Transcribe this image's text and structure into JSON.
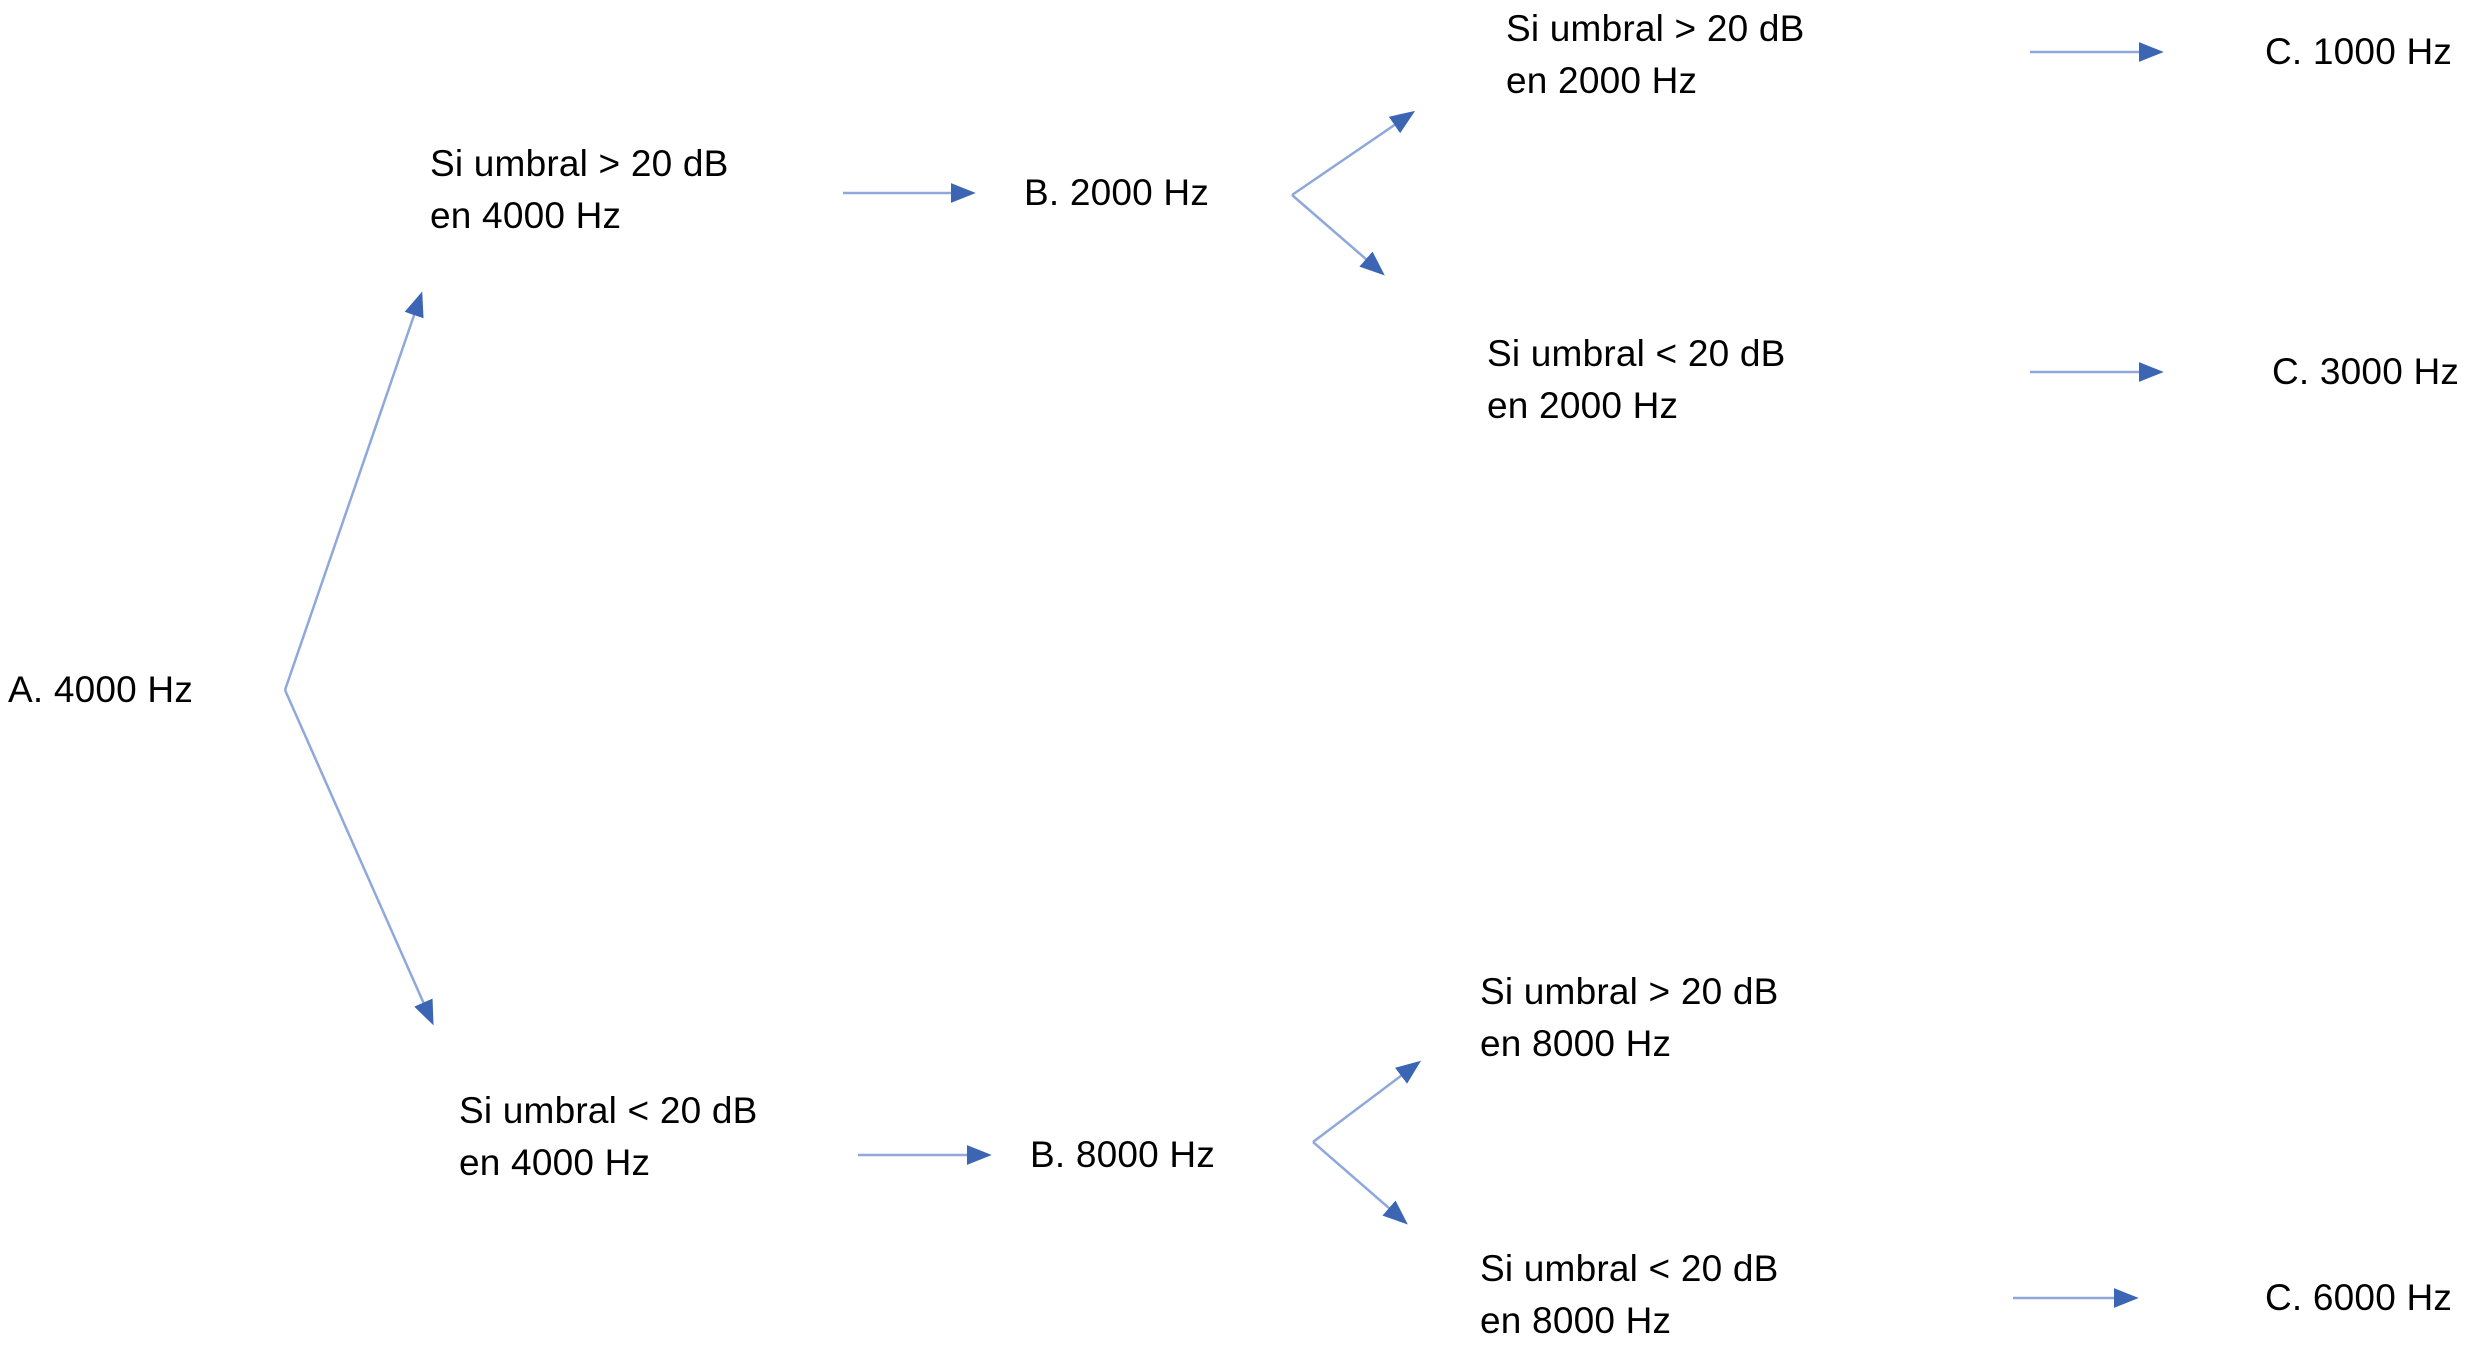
{
  "diagram": {
    "language": "es",
    "nodes": {
      "a": {
        "label": "A. 4000 Hz"
      },
      "cond_4000_gt": {
        "line1": "Si umbral > 20 dB",
        "line2": "en 4000 Hz"
      },
      "b_2000": {
        "label": "B. 2000 Hz"
      },
      "cond_2000_gt": {
        "line1": "Si umbral > 20 dB",
        "line2": "en 2000 Hz"
      },
      "c_1000": {
        "label": "C. 1000 Hz"
      },
      "cond_2000_lt": {
        "line1": "Si umbral < 20 dB",
        "line2": "en 2000 Hz"
      },
      "c_3000": {
        "label": "C. 3000 Hz"
      },
      "cond_4000_lt": {
        "line1": "Si umbral < 20 dB",
        "line2": "en 4000 Hz"
      },
      "b_8000": {
        "label": "B. 8000 Hz"
      },
      "cond_8000_gt": {
        "line1": "Si umbral > 20 dB",
        "line2": "en 8000 Hz"
      },
      "cond_8000_lt": {
        "line1": "Si umbral < 20 dB",
        "line2": "en 8000 Hz"
      },
      "c_6000": {
        "label": "C. 6000 Hz"
      }
    },
    "colors": {
      "background": "#ffffff",
      "text": "#000000",
      "arrow_line": "#8fa8dc",
      "arrow_head": "#3c66b4"
    }
  }
}
